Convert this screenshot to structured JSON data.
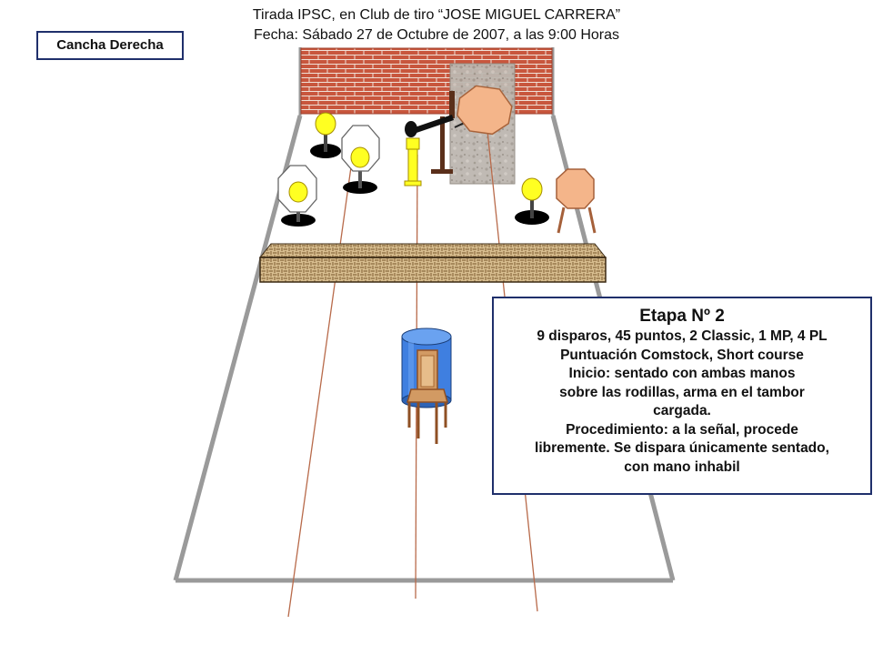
{
  "header": {
    "line1": "Tirada IPSC, en Club de tiro “JOSE MIGUEL CARRERA”",
    "line2": "Fecha: Sábado 27 de Octubre de 2007, a las 9:00 Horas"
  },
  "cancha_label": "Cancha Derecha",
  "etapa": {
    "title": "Etapa Nº 2",
    "lines": [
      "9 disparos, 45 puntos, 2 Classic, 1 MP, 4 PL",
      "Puntuación Comstock, Short course",
      "Inicio: sentado con ambas manos",
      "sobre las rodillas, arma en el tambor",
      "cargada.",
      "Procedimiento: a la señal, procede",
      "libremente. Se dispara únicamente sentado,",
      "con mano inhabil"
    ]
  },
  "colors": {
    "brick": "#c8563d",
    "target_yellow": "#ffff22",
    "steel_plate": "#f4b58a",
    "barrel_blue": "#3f7fe0",
    "box_border": "#1f2f6b",
    "line_brown": "#b86a4a"
  }
}
